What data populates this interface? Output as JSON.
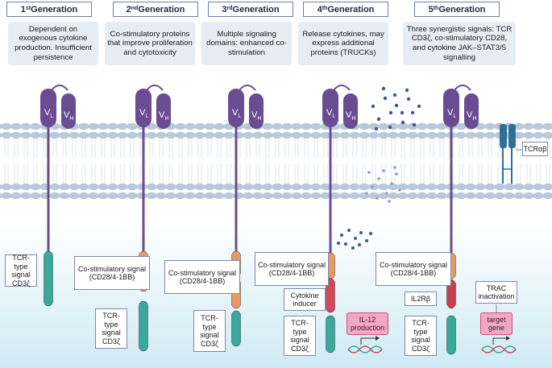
{
  "generations": [
    {
      "ordinal": "1",
      "suffix": "st",
      "rest": " Generation",
      "description": "Dependent on exogenous cytokine production. Insufficient persistence",
      "labels": [
        "TCR-type signal CD3ζ"
      ]
    },
    {
      "ordinal": "2",
      "suffix": "nd",
      "rest": " Generation",
      "description": "Co-stimulatory proteins that improve proliferation and cytotoxicity",
      "labels": [
        "Co-stimulatory signal (CD28/4-1BB)",
        "TCR-type signal CD3ζ"
      ]
    },
    {
      "ordinal": "3",
      "suffix": "rd",
      "rest": " Generation",
      "description": "Multiple signaling domains: enhanced co-stimulation",
      "labels": [
        "Co-stimulatory signal (CD28/4-1BB)",
        "TCR-type signal CD3ζ"
      ]
    },
    {
      "ordinal": "4",
      "suffix": "th",
      "rest": " Generation",
      "description": "Release cytokines, may express additional proteins (TRUCKs)",
      "labels": [
        "Co-stimulatory signal (CD28/4-1BB)",
        "Cytokine inducer",
        "TCR-type signal CD3ζ"
      ]
    },
    {
      "ordinal": "5",
      "suffix": "th",
      "rest": " Generation",
      "description": "Three synergistic signals: TCR CD3ζ, co-stimulatory CD28, and cytokine JAK–STAT3/5 signalling",
      "labels": [
        "Co-stimulatory signal (CD28/4-1BB)",
        "IL2Rβ",
        "TCR-type signal CD3ζ"
      ]
    }
  ],
  "variable_domains": {
    "light": "V",
    "light_sub": "L",
    "heavy": "V",
    "heavy_sub": "H"
  },
  "extras": {
    "il12": "IL-12 production",
    "tcr_ab": "TCRαβ",
    "trac": "TRAC inactivation",
    "target_gene": "target gene"
  },
  "colors": {
    "receptor": "#6a4c93",
    "costim": "#e89a63",
    "cd3z": "#3aa99b",
    "cytokine_inducer": "#d1495b",
    "il2rb": "#c73e4c",
    "tcr": "#2f6f9a",
    "cytokine_dots": "#3d5a8a",
    "membrane": "#b9c9d9"
  }
}
